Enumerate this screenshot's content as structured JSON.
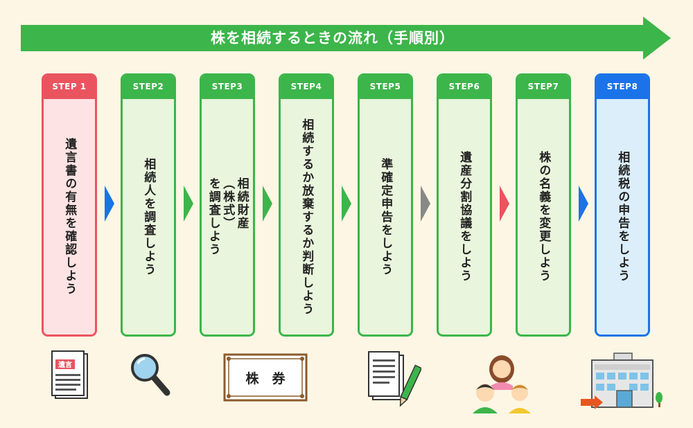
{
  "banner": {
    "title": "株を相続するときの流れ（手順別）",
    "color": "#3cb54a"
  },
  "steps": [
    {
      "label": "STEP 1",
      "text": "遺言書の有無を確認しよう",
      "theme": "red"
    },
    {
      "label": "STEP2",
      "text": "相続人を調査しよう",
      "theme": "green"
    },
    {
      "label": "STEP3",
      "text": "相続財産\n（株式）\nを調査しよう",
      "theme": "green"
    },
    {
      "label": "STEP4",
      "text": "相続するか放棄するか判断しよう",
      "theme": "green"
    },
    {
      "label": "STEP5",
      "text": "準確定申告をしよう",
      "theme": "green"
    },
    {
      "label": "STEP6",
      "text": "遺産分割協議をしよう",
      "theme": "green"
    },
    {
      "label": "STEP7",
      "text": "株の名義を変更しよう",
      "theme": "green"
    },
    {
      "label": "STEP8",
      "text": "相続税の申告をしよう",
      "theme": "blue"
    }
  ],
  "arrow_colors": [
    "#1a73e8",
    "#3cb54a",
    "#3cb54a",
    "#3cb54a",
    "#888888",
    "#e9545f",
    "#1a73e8"
  ],
  "icons": {
    "will_label": "遺言",
    "stock_certificate_label": "株　券"
  },
  "colors": {
    "background": "#fdf6e4",
    "green": "#3cb54a",
    "red": "#e9545f",
    "blue": "#1a73e8"
  }
}
